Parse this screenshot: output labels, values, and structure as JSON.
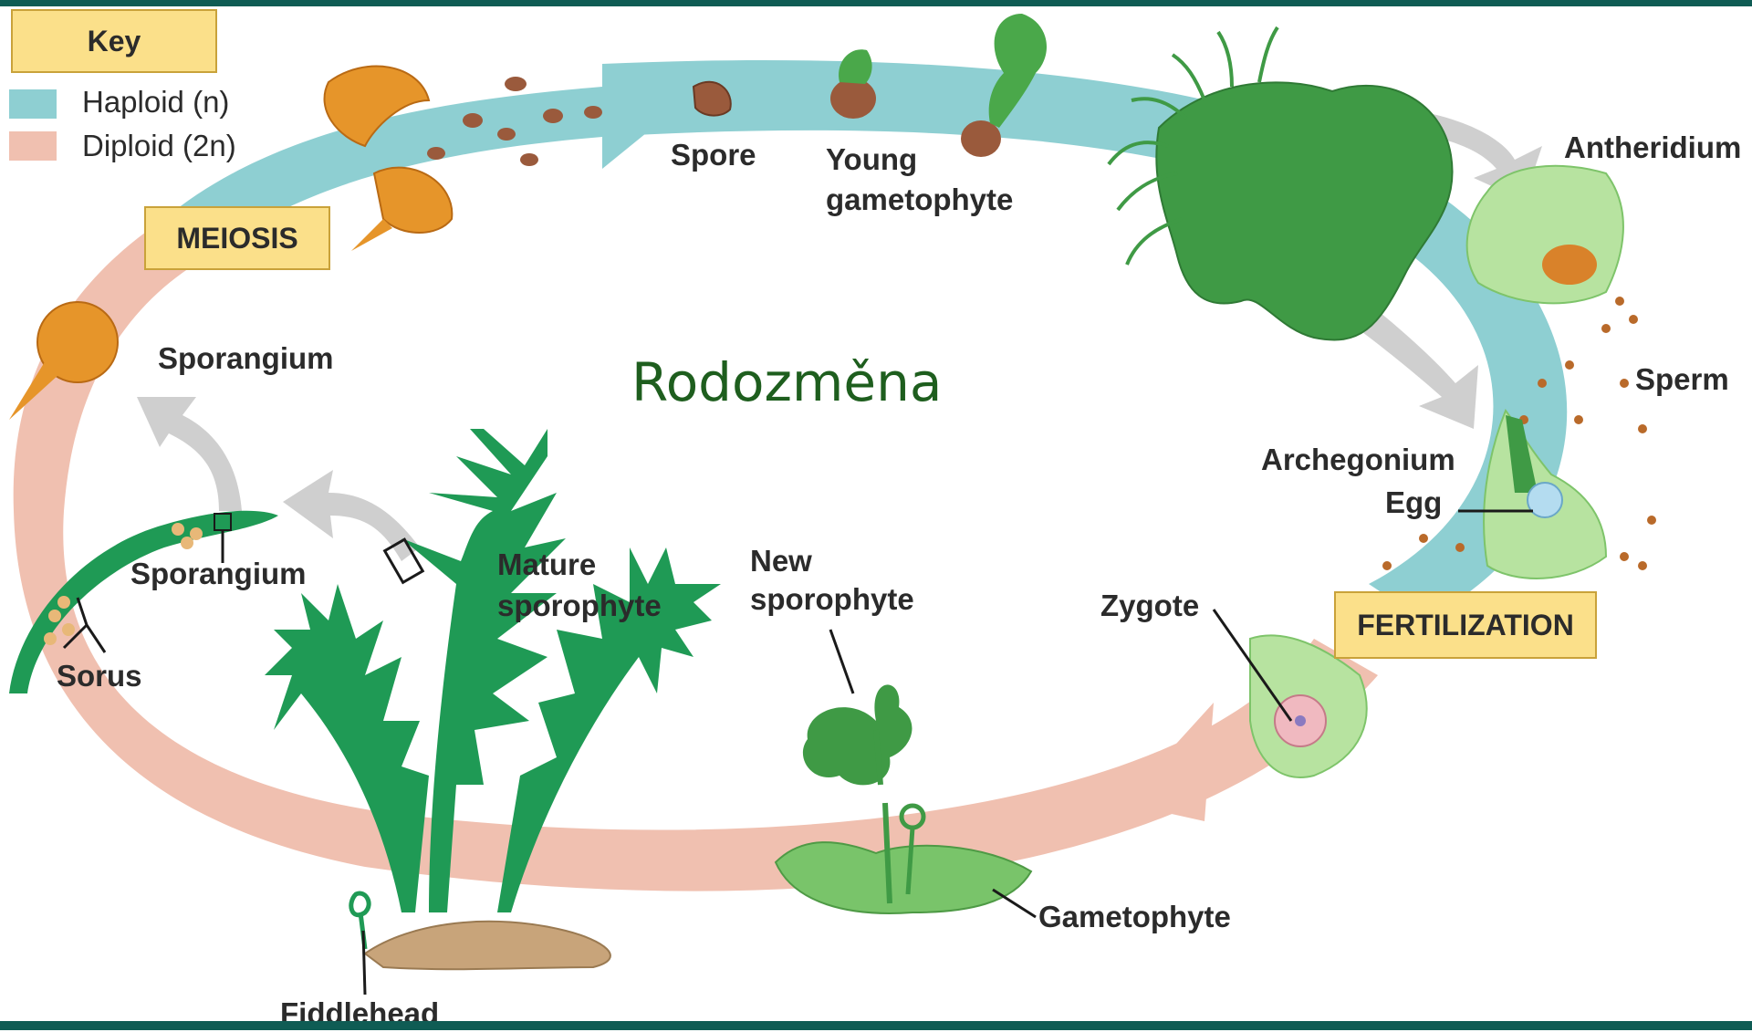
{
  "title": "Rodozměna",
  "key": {
    "heading": "Key",
    "haploid": "Haploid (n)",
    "diploid": "Diploid (2n)",
    "haploid_color": "#8ecfd2",
    "diploid_color": "#f0c0b0"
  },
  "stages": {
    "meiosis": "MEIOSIS",
    "fertilization": "FERTILIZATION"
  },
  "labels": {
    "spore": "Spore",
    "young_gametophyte_1": "Young",
    "young_gametophyte_2": "gametophyte",
    "antheridium": "Antheridium",
    "sperm": "Sperm",
    "archegonium": "Archegonium",
    "egg": "Egg",
    "zygote": "Zygote",
    "new_sporophyte_1": "New",
    "new_sporophyte_2": "sporophyte",
    "gametophyte": "Gametophyte",
    "fiddlehead": "Fiddlehead",
    "mature_sporophyte_1": "Mature",
    "mature_sporophyte_2": "sporophyte",
    "sporangium_top": "Sporangium",
    "sporangium_bottom": "Sporangium",
    "sorus": "Sorus"
  }
}
